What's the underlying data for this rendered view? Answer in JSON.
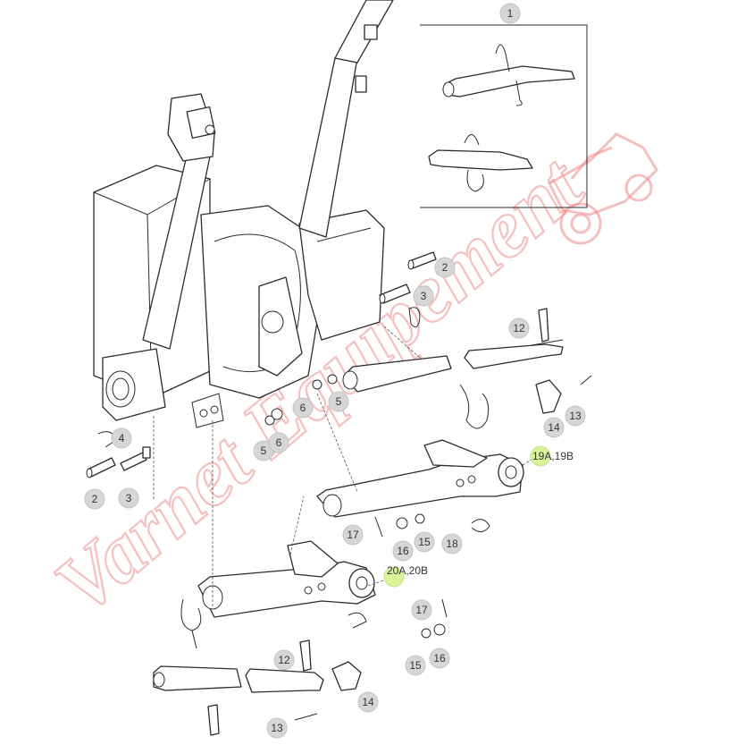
{
  "callouts": [
    {
      "id": "c1",
      "label": "1"
    },
    {
      "id": "c2a",
      "label": "2"
    },
    {
      "id": "c2b",
      "label": "2"
    },
    {
      "id": "c3a",
      "label": "3"
    },
    {
      "id": "c3b",
      "label": "3"
    },
    {
      "id": "c4",
      "label": "4"
    },
    {
      "id": "c5a",
      "label": "5"
    },
    {
      "id": "c5b",
      "label": "5"
    },
    {
      "id": "c6a",
      "label": "6"
    },
    {
      "id": "c6b",
      "label": "6"
    },
    {
      "id": "c12a",
      "label": "12"
    },
    {
      "id": "c12b",
      "label": "12"
    },
    {
      "id": "c13a",
      "label": "13"
    },
    {
      "id": "c13b",
      "label": "13"
    },
    {
      "id": "c14a",
      "label": "14"
    },
    {
      "id": "c14b",
      "label": "14"
    },
    {
      "id": "c15a",
      "label": "15"
    },
    {
      "id": "c15b",
      "label": "15"
    },
    {
      "id": "c16a",
      "label": "16"
    },
    {
      "id": "c16b",
      "label": "16"
    },
    {
      "id": "c17a",
      "label": "17"
    },
    {
      "id": "c17b",
      "label": "17"
    },
    {
      "id": "c18",
      "label": "18"
    },
    {
      "id": "c19",
      "label": "19A,19B"
    },
    {
      "id": "c20",
      "label": "20A,20B"
    }
  ],
  "watermark": {
    "text": "Varnet Equipement",
    "color": "#ef8c8c",
    "logo_icon": "tractor-icon"
  }
}
